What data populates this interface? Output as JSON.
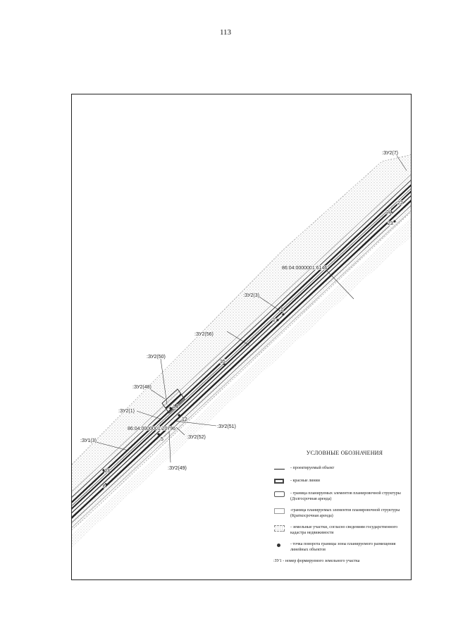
{
  "page": {
    "number": "113"
  },
  "map": {
    "labels": {
      "zu2_7": ":ЗУ2(7)",
      "cadastral_upper": "86:04:0000001:6146",
      "zu2_3": ":ЗУ2(3)",
      "zu2_56": ":ЗУ2(56)",
      "zu2_50": ":ЗУ2(50)",
      "zu2_48": ":ЗУ2(48)",
      "zu2_1": ":ЗУ2(1)",
      "cadastral_lower": "86:04:0000001:20796",
      "zu2_51": ":ЗУ2(51)",
      "zu2_52": ":ЗУ2(52)",
      "zu1_3": ":ЗУ1(3)",
      "zu2_49": ":ЗУ2(49)"
    },
    "points": [
      "21",
      "22",
      "23",
      "1",
      "2",
      "15",
      "14",
      "12",
      "5",
      "13",
      "6"
    ]
  },
  "legend": {
    "title": "УСЛОВНЫЕ ОБОЗНАЧЕНИЯ",
    "items": [
      {
        "symbol": "line",
        "text": "- проектируемый объект"
      },
      {
        "symbol": "red-line",
        "text": "- красные линии"
      },
      {
        "symbol": "long-term",
        "text": "- граница планируемых элементов планировочной структуры (Долгосрочная аренда)"
      },
      {
        "symbol": "short-term",
        "text": "-граница планируемых элементов планировочной структуры (Краткосрочная аренда)"
      },
      {
        "symbol": "parcels",
        "text": "- земельные участки, согласно сведениям государственного кадастра недвижимости"
      },
      {
        "symbol": "dot",
        "text": "- точка поворота границы зоны планируемого размещения линейных объектов"
      },
      {
        "symbol": "none",
        "text": ":ЗУ1 - номер формируемого земельного участка"
      }
    ]
  },
  "colors": {
    "line": "#222222",
    "hatch": "#9a9a9a",
    "background": "#ffffff"
  }
}
